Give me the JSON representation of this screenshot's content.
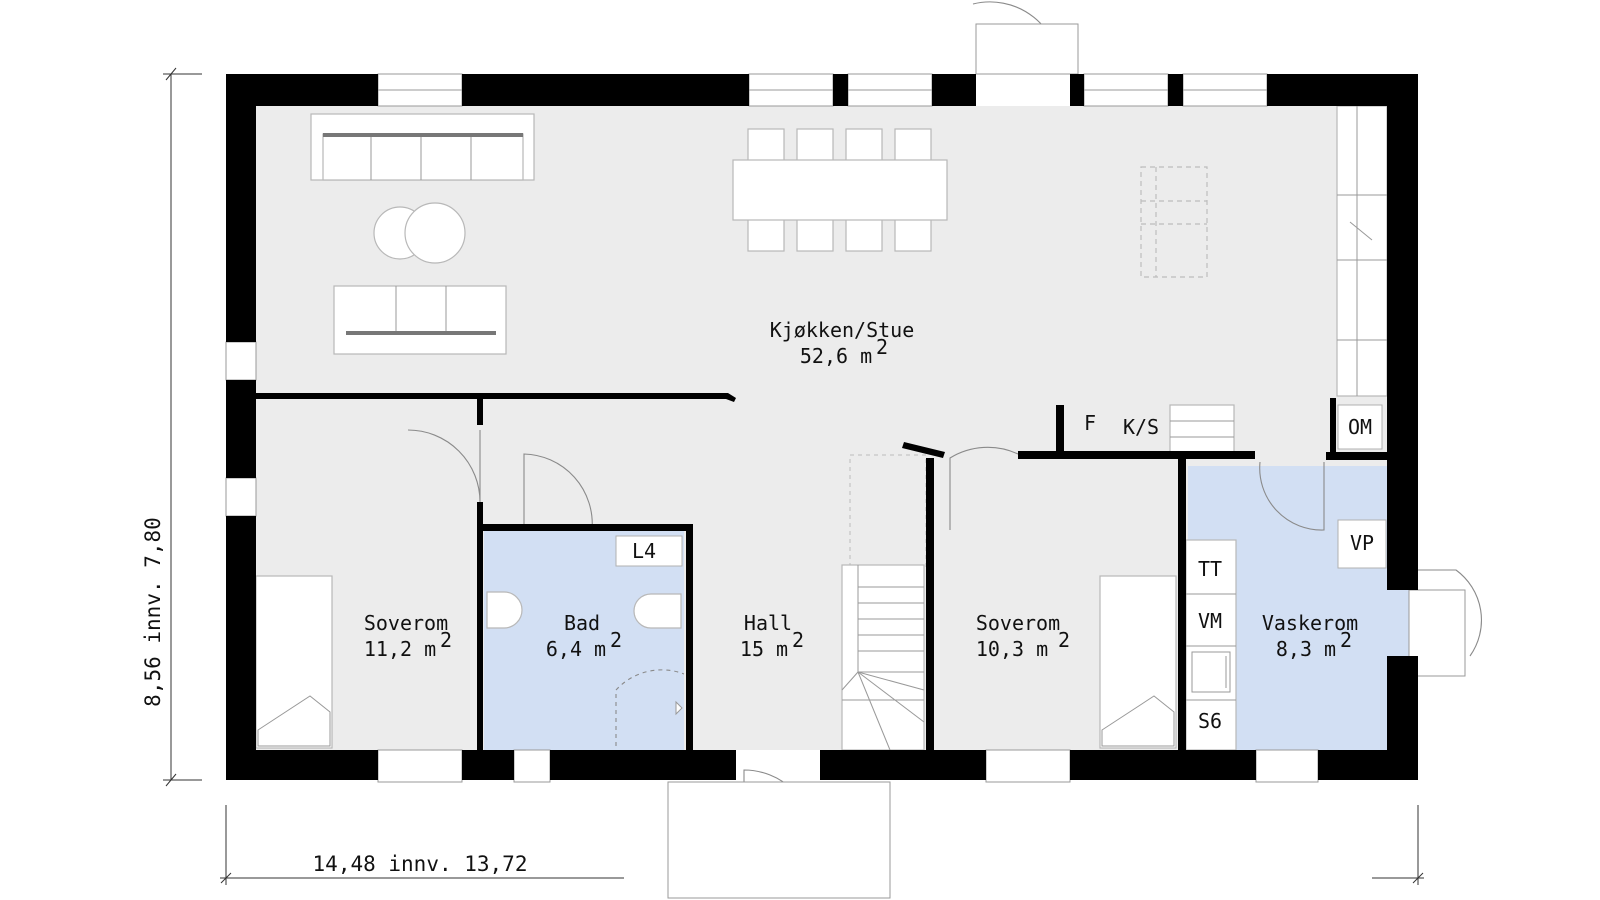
{
  "plan": {
    "rooms": [
      {
        "name": "Kjøkken/Stue",
        "area": "52,6 m",
        "unit_sup": "2"
      },
      {
        "name": "Soverom",
        "area": "11,2 m",
        "unit_sup": "2"
      },
      {
        "name": "Bad",
        "area": "6,4 m",
        "unit_sup": "2"
      },
      {
        "name": "Hall",
        "area": "15 m",
        "unit_sup": "2"
      },
      {
        "name": "Soverom",
        "area": "10,3 m",
        "unit_sup": "2"
      },
      {
        "name": "Vaskerom",
        "area": "8,3 m",
        "unit_sup": "2"
      }
    ],
    "fixtures": {
      "f": "F",
      "ks": "K/S",
      "om": "OM",
      "l4": "L4",
      "vp": "VP",
      "tt": "TT",
      "vm": "VM",
      "s6": "S6"
    },
    "dimensions": {
      "width": "14,48 innv. 13,72",
      "height": "8,56 innv. 7,80"
    },
    "colors": {
      "floor": "#ececec",
      "wet_room": "#d2dff3",
      "wall": "#000000"
    }
  }
}
